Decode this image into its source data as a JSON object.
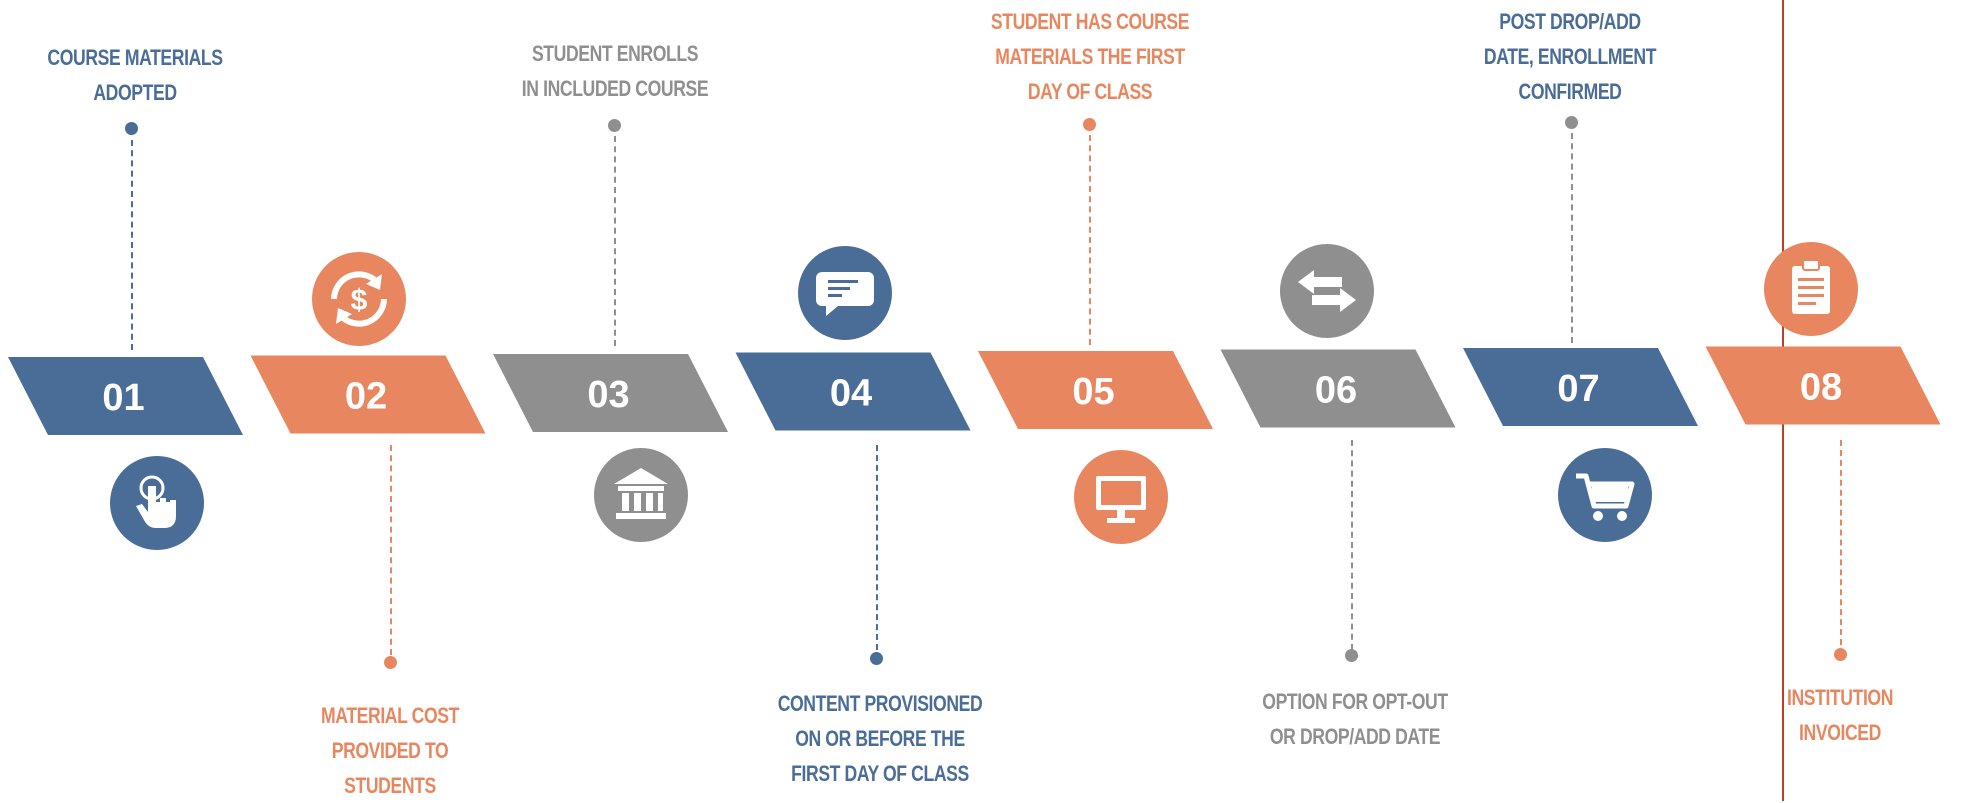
{
  "colors": {
    "blue": "#4a6d97",
    "orange": "#e8875f",
    "gray": "#8f8f8f",
    "divider": "#b8402a"
  },
  "steps": [
    {
      "number": "01",
      "color": "blue",
      "label": "COURSE MATERIALS\nADOPTED",
      "icon": "hand-pointer-icon"
    },
    {
      "number": "02",
      "color": "orange",
      "label": "MATERIAL COST\nPROVIDED TO\nSTUDENTS",
      "icon": "dollar-refresh-icon"
    },
    {
      "number": "03",
      "color": "gray",
      "label": "STUDENT ENROLLS\nIN INCLUDED COURSE",
      "icon": "institution-icon"
    },
    {
      "number": "04",
      "color": "blue",
      "label": "CONTENT PROVISIONED\nON OR BEFORE THE\nFIRST DAY OF CLASS",
      "icon": "chat-bubble-icon"
    },
    {
      "number": "05",
      "color": "orange",
      "label": "STUDENT HAS COURSE\nMATERIALS THE FIRST\nDAY OF CLASS",
      "icon": "monitor-icon"
    },
    {
      "number": "06",
      "color": "gray",
      "label": "OPTION FOR OPT-OUT\nOR DROP/ADD DATE",
      "icon": "exchange-arrows-icon"
    },
    {
      "number": "07",
      "color": "blue",
      "label": "POST DROP/ADD\nDATE, ENROLLMENT\nCONFIRMED",
      "icon": "shopping-cart-icon"
    },
    {
      "number": "08",
      "color": "orange",
      "label": "INSTITUTION\nINVOICED",
      "icon": "clipboard-icon"
    }
  ]
}
